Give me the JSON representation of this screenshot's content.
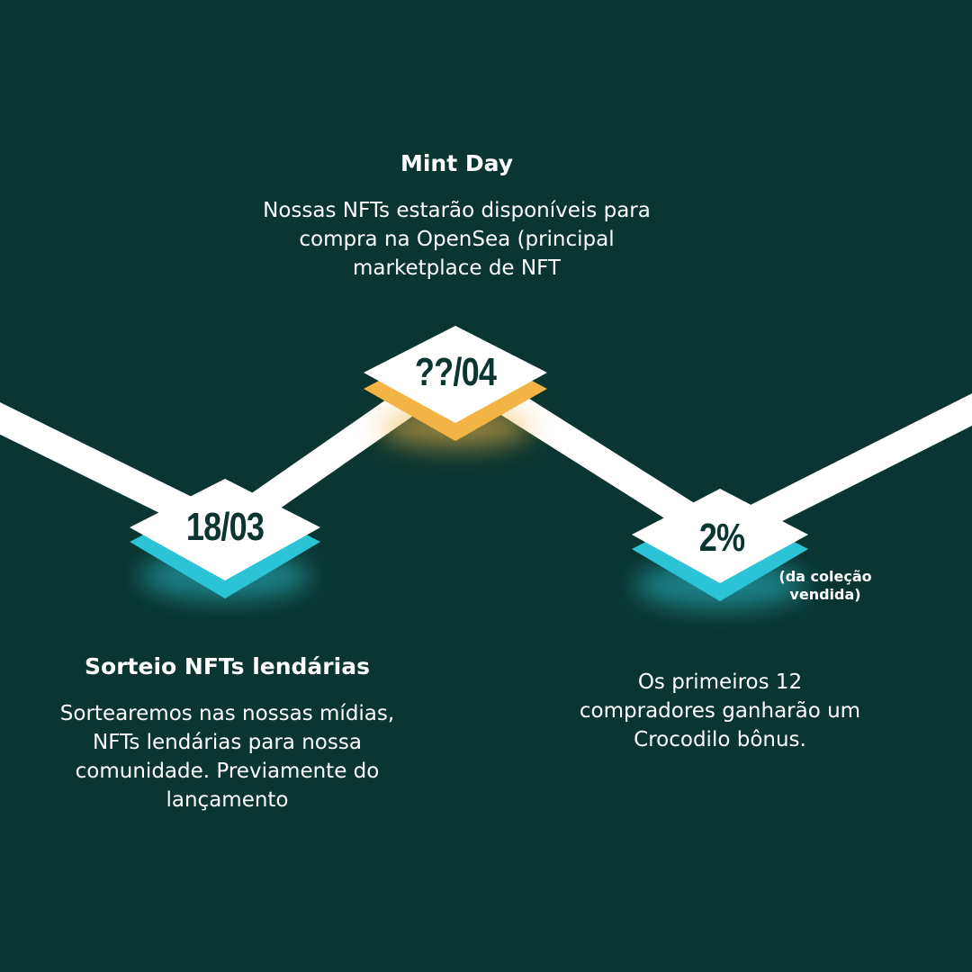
{
  "colors": {
    "background": "#0a3530",
    "track": "#ffffff",
    "accent_gold": "#f2b545",
    "accent_cyan": "#2cc3d6",
    "label_dark": "#0a3530"
  },
  "milestones": [
    {
      "date": "18/03",
      "heading": "Sorteio NFTs lendárias",
      "description": "Sortearemos nas nossas mídias, NFTs lendárias para nossa comunidade. Previamente do lançamento"
    },
    {
      "date": "??/04",
      "heading": "Mint Day",
      "description": "Nossas NFTs estarão disponíveis para compra na OpenSea (principal marketplace de NFT"
    },
    {
      "date": "2%",
      "note": "(da coleção vendida)",
      "description": "Os primeiros 12 compradores ganharão um Crocodilo bônus."
    }
  ]
}
